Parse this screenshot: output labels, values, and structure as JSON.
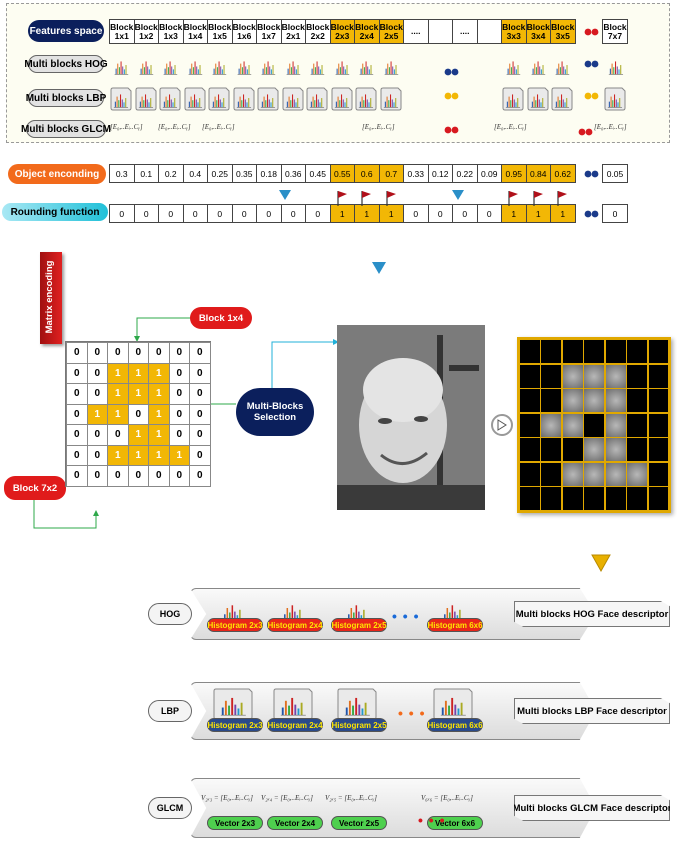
{
  "top": {
    "features_label": "Features space",
    "hog_label": "Multi blocks HOG",
    "lbp_label": "Multi blocks LBP",
    "glcm_label": "Multi blocks GLCM",
    "object_label": "Object enconding",
    "rounding_label": "Rounding function",
    "ellipsis": "....",
    "glcm_formula": "[E₀,..Eᵢ..Cᵧ]",
    "blocks": [
      {
        "label": "Block 1x1",
        "hl": false
      },
      {
        "label": "Block 1x2",
        "hl": false
      },
      {
        "label": "Block 1x3",
        "hl": false
      },
      {
        "label": "Block 1x4",
        "hl": false
      },
      {
        "label": "Block 1x5",
        "hl": false
      },
      {
        "label": "Block 1x6",
        "hl": false
      },
      {
        "label": "Block 1x7",
        "hl": false
      },
      {
        "label": "Block 2x1",
        "hl": false
      },
      {
        "label": "Block 2x2",
        "hl": false
      },
      {
        "label": "Block 2x3",
        "hl": true
      },
      {
        "label": "Block 2x4",
        "hl": true
      },
      {
        "label": "Block 2x5",
        "hl": true
      },
      {
        "label": "....",
        "hl": false
      },
      {
        "label": "",
        "hl": false
      },
      {
        "label": "....",
        "hl": false
      },
      {
        "label": "",
        "hl": false
      },
      {
        "label": "Block 3x3",
        "hl": true
      },
      {
        "label": "Block 3x4",
        "hl": true
      },
      {
        "label": "Block 3x5",
        "hl": true
      }
    ],
    "last_block": "Block 7x7",
    "encoding": [
      {
        "v": "0.3",
        "hl": false
      },
      {
        "v": "0.1",
        "hl": false
      },
      {
        "v": "0.2",
        "hl": false
      },
      {
        "v": "0.4",
        "hl": false
      },
      {
        "v": "0.25",
        "hl": false
      },
      {
        "v": "0.35",
        "hl": false
      },
      {
        "v": "0.18",
        "hl": false
      },
      {
        "v": "0.36",
        "hl": false
      },
      {
        "v": "0.45",
        "hl": false
      },
      {
        "v": "0.55",
        "hl": true
      },
      {
        "v": "0.6",
        "hl": true
      },
      {
        "v": "0.7",
        "hl": true
      },
      {
        "v": "0.33",
        "hl": false
      },
      {
        "v": "0.12",
        "hl": false
      },
      {
        "v": "0.22",
        "hl": false
      },
      {
        "v": "0.09",
        "hl": false
      },
      {
        "v": "0.95",
        "hl": true
      },
      {
        "v": "0.84",
        "hl": true
      },
      {
        "v": "0.62",
        "hl": true
      }
    ],
    "last_encoding": "0.05",
    "rounding": [
      {
        "v": "0",
        "hl": false
      },
      {
        "v": "0",
        "hl": false
      },
      {
        "v": "0",
        "hl": false
      },
      {
        "v": "0",
        "hl": false
      },
      {
        "v": "0",
        "hl": false
      },
      {
        "v": "0",
        "hl": false
      },
      {
        "v": "0",
        "hl": false
      },
      {
        "v": "0",
        "hl": false
      },
      {
        "v": "0",
        "hl": false
      },
      {
        "v": "1",
        "hl": true
      },
      {
        "v": "1",
        "hl": true
      },
      {
        "v": "1",
        "hl": true
      },
      {
        "v": "0",
        "hl": false
      },
      {
        "v": "0",
        "hl": false
      },
      {
        "v": "0",
        "hl": false
      },
      {
        "v": "0",
        "hl": false
      },
      {
        "v": "1",
        "hl": true
      },
      {
        "v": "1",
        "hl": true
      },
      {
        "v": "1",
        "hl": true
      }
    ],
    "last_rounding": "0"
  },
  "middle": {
    "matrix_label": "Matrix encoding",
    "block_1x4": "Block 1x4",
    "block_7x2": "Block 7x2",
    "selection_label": "Multi-Blocks Selection",
    "matrix": [
      [
        "0",
        "0",
        "0",
        "0",
        "0",
        "0",
        "0"
      ],
      [
        "0",
        "0",
        "1",
        "1",
        "1",
        "0",
        "0"
      ],
      [
        "0",
        "0",
        "1",
        "1",
        "1",
        "0",
        "0"
      ],
      [
        "0",
        "1",
        "1",
        "0",
        "1",
        "0",
        "0"
      ],
      [
        "0",
        "0",
        "0",
        "1",
        "1",
        "0",
        "0"
      ],
      [
        "0",
        "0",
        "1",
        "1",
        "1",
        "1",
        "0"
      ],
      [
        "0",
        "0",
        "0",
        "0",
        "0",
        "0",
        "0"
      ]
    ]
  },
  "bottom": {
    "hog": {
      "label": "HOG",
      "tags": [
        "Histogram 2x3",
        "Histogram 2x4",
        "Histogram 2x5",
        "Histogram 6x6"
      ],
      "output": "Multi blocks HOG Face descriptor"
    },
    "lbp": {
      "label": "LBP",
      "tags": [
        "Histogram 2x3",
        "Histogram 2x4",
        "Histogram 2x5",
        "Histogram 6x6"
      ],
      "output": "Multi blocks LBP Face descriptor"
    },
    "glcm": {
      "label": "GLCM",
      "tags": [
        "Vector 2x3",
        "Vector 2x4",
        "Vector 2x5",
        "Vector 6x6"
      ],
      "output": "Multi blocks GLCM Face descriptor",
      "formulas": [
        "V₂ₓ₃ = [E₀,..Eᵢ..Cᵧ]",
        "V₂ₓ₄ = [E₀,..Eᵢ..Cᵧ]",
        "V₂ₓ₅ = [E₀,..Eᵢ..Cᵧ]",
        "V₆ₓ₆ = [E₀,..Eᵢ..Cᵧ]"
      ]
    },
    "dots": "• • •"
  },
  "colors": {
    "highlight": "#f2b705",
    "navy": "#0b1f5c",
    "orange": "#f26a1b",
    "red": "#d71920",
    "cyan": "#20c0d8",
    "green": "#3dbf3d"
  }
}
